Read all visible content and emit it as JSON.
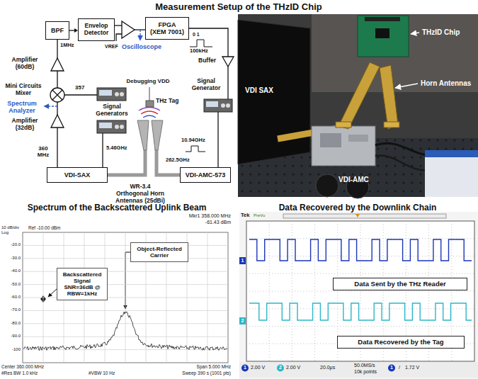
{
  "diagram": {
    "title": "Measurement Setup of the THzID Chip",
    "nodes": [
      {
        "text": [
          "BPF"
        ]
      },
      {
        "text": [
          "Envelop Detector"
        ]
      },
      {
        "text": [
          "FPGA",
          "(XEM 7001)"
        ]
      },
      {
        "text": [
          "VDI-SAX"
        ]
      },
      {
        "text": [
          "VDI-AMC-573"
        ]
      },
      {
        "text": [
          "Object-Reflected Carrier"
        ]
      },
      {
        "text": [
          "Backscattered Signal SNR=36dB @ RBW=1kHz"
        ]
      },
      {
        "text": [
          "Data Sent by the THz Reader"
        ]
      },
      {
        "text": [
          "Data Recovered by the Tag"
        ]
      }
    ],
    "edges": [
      {
        "from": 0,
        "to": 1,
        "arrow": "to"
      }
    ],
    "labels": [
      "Spectrum of the Backscattered Uplink Beam",
      "Data Recovered by the Downlink Chain",
      "Amplifier (60dB)",
      "Mini Circuits Mixer",
      "Spectrum Analyzer",
      "Amplifier (32dB)",
      "360 MHz",
      "1MHz",
      "VREF",
      "Oscilloscope",
      "0 1",
      "100kHz",
      "Buffer",
      "357",
      "Signal Generators",
      "5.46GHz",
      "Debugging VDD",
      "THz Tag",
      "Signal Generator",
      "10.94GHz",
      "262.5GHz",
      "WR-3.4 Orthogonal Horn Antennas (25dBi)",
      "VDI SAX",
      "THzID Chip",
      "Horn Antennas",
      "VDI-AMC",
      "10 dB/div",
      "Log",
      "Ref -10.00 dBm",
      "Mkr1 358.000 MHz",
      "-61.43 dBm",
      "-20.0",
      "-30.0",
      "-40.0",
      "-50.0",
      "-60.0",
      "-70.0",
      "-80.0",
      "-90.0",
      "-100",
      "Center 360.000 MHz",
      "Span 5.000 MHz",
      "#Res BW 1.0 kHz",
      "#VBW 10 Hz",
      "Sweep 390 s (1001 pts)",
      "Tek",
      "PreVu",
      "1",
      "2",
      "1",
      "2.00 V",
      "2",
      "2.00 V",
      "20.0μs",
      "50.0MS/s",
      "10k points",
      "1",
      "/",
      "1.72 V"
    ]
  }
}
